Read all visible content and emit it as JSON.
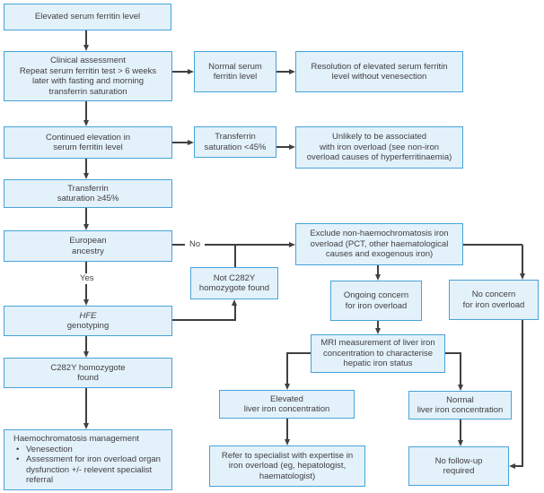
{
  "colors": {
    "box_fill": "#e3f1fa",
    "box_border": "#47a3d9",
    "text": "#414042",
    "line": "#404040",
    "background": "#ffffff"
  },
  "labels": {
    "yes": "Yes",
    "no": "No"
  },
  "nodes": {
    "elevated_ferritin": "Elevated serum ferritin level",
    "clinical_assessment": "Clinical assessment\nRepeat serum ferritin test > 6 weeks\nlater with fasting and morning\ntransferrin saturation",
    "normal_ferritin": "Normal serum\nferritin level",
    "resolution": "Resolution of elevated serum ferritin\nlevel without venesection",
    "continued_elevation": "Continued elevation in\nserum ferritin level",
    "tsat_low": "Transferrin\nsaturation <45%",
    "unlikely": "Unlikely to be associated\nwith iron overload (see non-iron\noverload causes of hyperferritinaemia)",
    "tsat_high": "Transferrin\nsaturation ≥45%",
    "european": "European\nancestry",
    "not_c282y": "Not C282Y\nhomozygote found",
    "hfe": {
      "line1": "HFE",
      "line2": "genotyping"
    },
    "c282y_found": "C282Y homozygote\nfound",
    "management": {
      "title": "Haemochromatosis management",
      "bullets": [
        "Venesection",
        "Assessment for iron overload organ dysfunction +/- relevent specialist referral"
      ]
    },
    "exclude": "Exclude non-haemochromatosis iron\noverload (PCT, other haematological\ncauses and exogenous iron)",
    "ongoing_concern": "Ongoing concern\nfor iron overload",
    "no_concern": "No concern\nfor iron overload",
    "mri": "MRI measurement of liver iron\nconcentration to characterise\nhepatic iron status",
    "elevated_lic": "Elevated\nliver iron concentration",
    "normal_lic": "Normal\nliver iron concentration",
    "refer": "Refer to specialist with expertise in\niron overload (eg, hepatologist,\nhaematologist)",
    "no_followup": "No follow-up\nrequired"
  }
}
